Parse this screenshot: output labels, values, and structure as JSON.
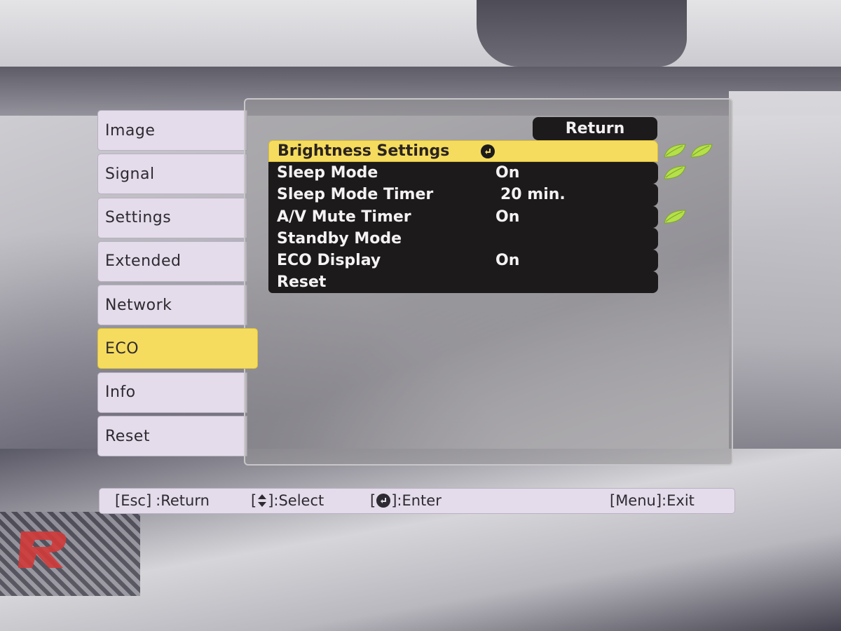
{
  "tabs": [
    {
      "label": "Image",
      "active": false
    },
    {
      "label": "Signal",
      "active": false
    },
    {
      "label": "Settings",
      "active": false
    },
    {
      "label": "Extended",
      "active": false
    },
    {
      "label": "Network",
      "active": false
    },
    {
      "label": "ECO",
      "active": true
    },
    {
      "label": "Info",
      "active": false
    },
    {
      "label": "Reset",
      "active": false
    }
  ],
  "panel": {
    "return_label": "Return",
    "items": [
      {
        "label": "Brightness Settings",
        "value": "",
        "icon": "enter-icon",
        "selected": true,
        "leaves": 2
      },
      {
        "label": "Sleep Mode",
        "value": "On",
        "selected": false,
        "leaves": 1
      },
      {
        "label": "Sleep Mode Timer",
        "value": "20 min.",
        "selected": false,
        "leaves": 0
      },
      {
        "label": "A/V Mute Timer",
        "value": "On",
        "selected": false,
        "leaves": 1
      },
      {
        "label": "Standby Mode",
        "value": "",
        "selected": false,
        "leaves": 0
      },
      {
        "label": "ECO Display",
        "value": "On",
        "selected": false,
        "leaves": 0
      },
      {
        "label": "Reset",
        "value": "",
        "selected": false,
        "leaves": 0
      }
    ]
  },
  "help": {
    "esc_key": "[Esc]",
    "esc_action": ":Return",
    "select_open": "[",
    "select_close": "]:Select",
    "enter_open": "[",
    "enter_close": "]:Enter",
    "menu_exit": "[Menu]:Exit"
  },
  "colors": {
    "highlight": "#f5dc5e",
    "item_bg": "#1d1a1c",
    "tab_bg": "#e4dcea",
    "leaf": "#b5e04a"
  },
  "icons": {
    "enter": "enter-icon",
    "updown": "up-down-arrows-icon",
    "eco": "eco-leaf-icon"
  }
}
